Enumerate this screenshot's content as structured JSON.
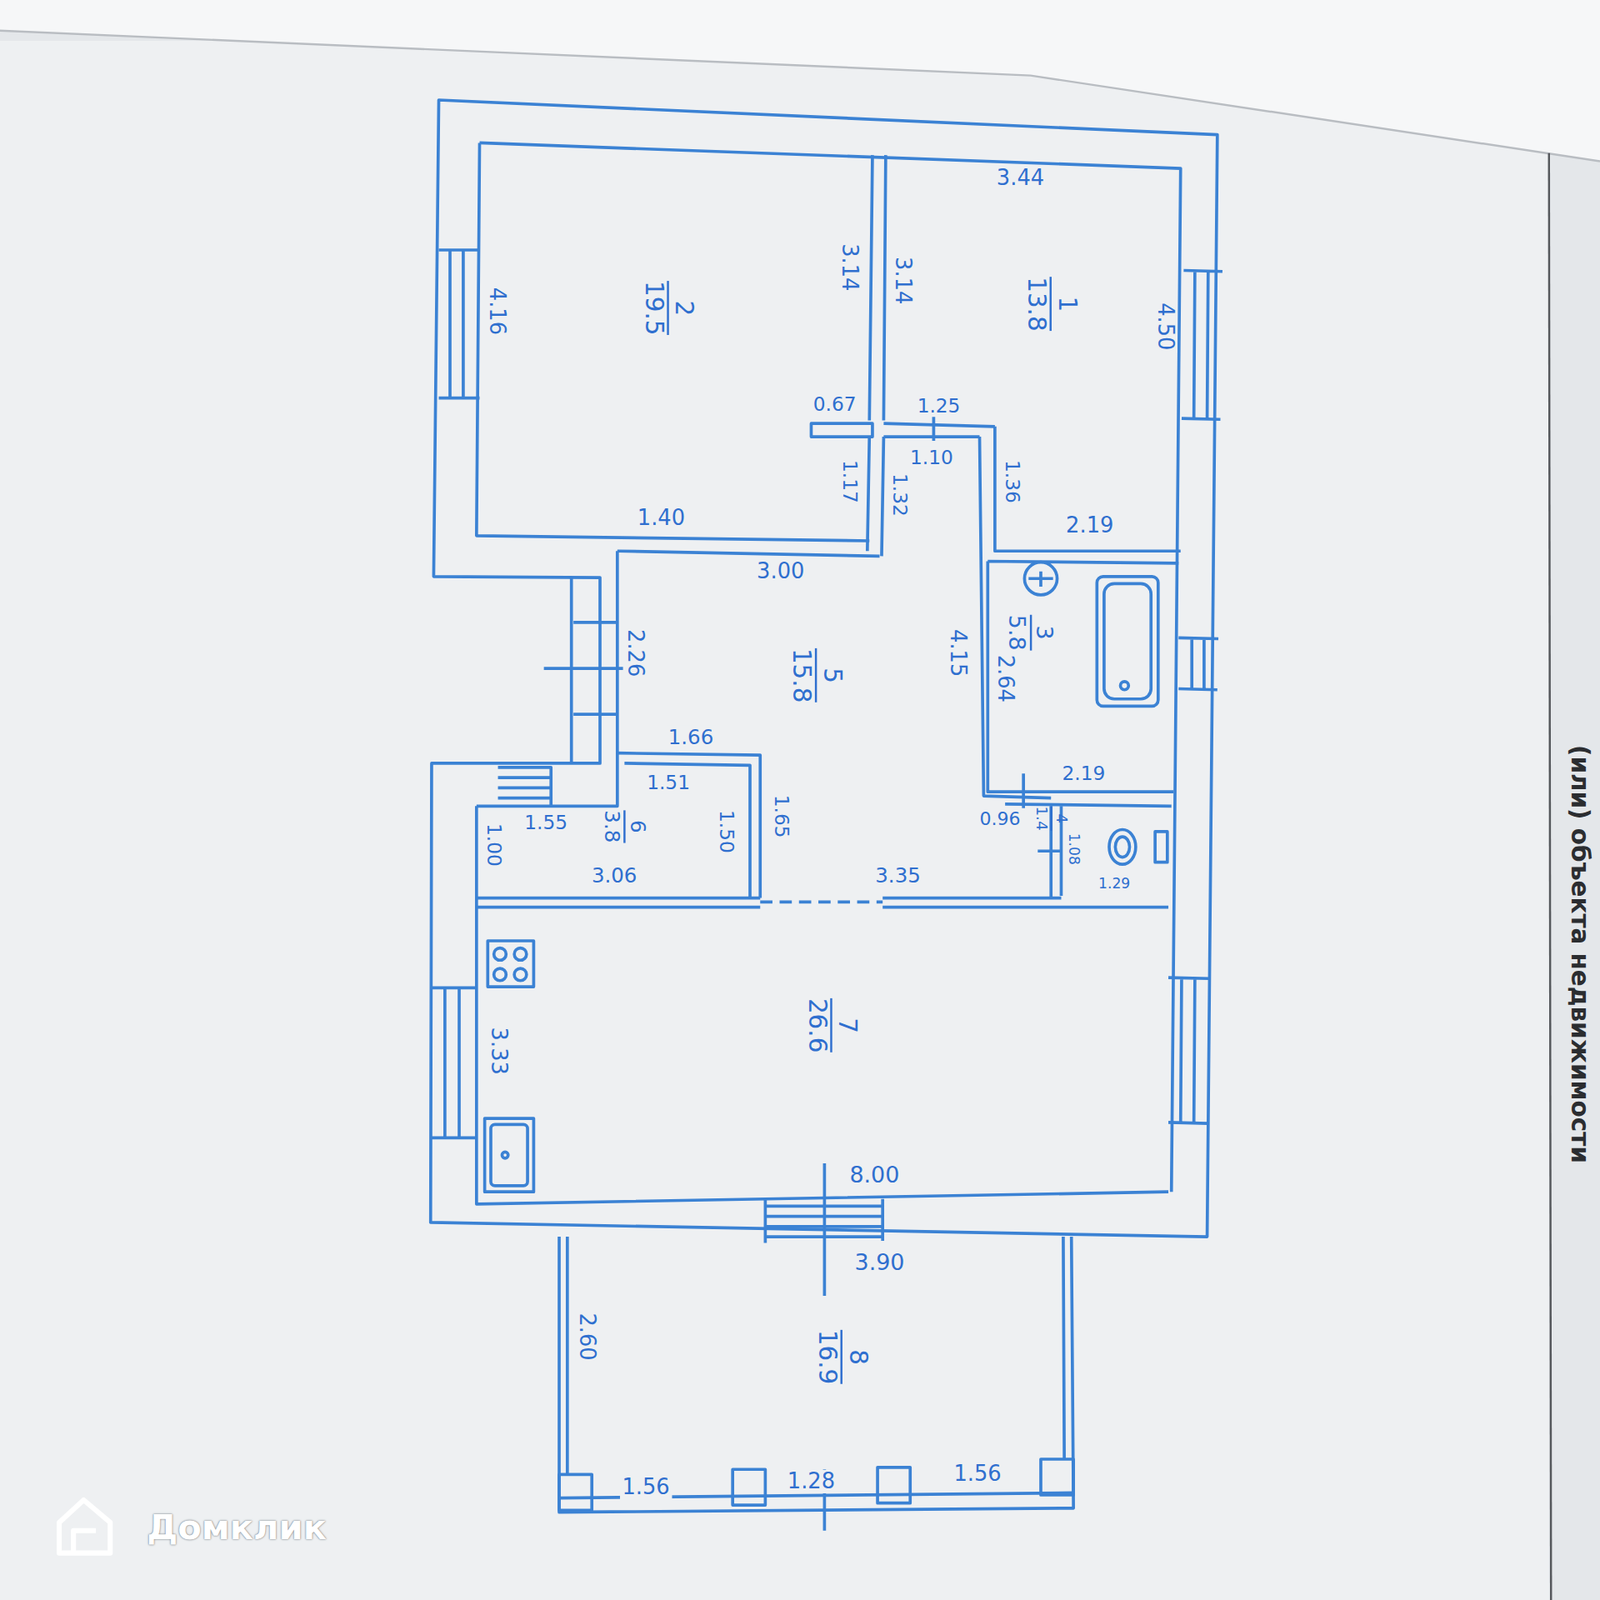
{
  "diagram": {
    "nodes": [
      {
        "text": [
          "1",
          "13.8"
        ]
      },
      {
        "text": [
          "2",
          "19.5"
        ]
      },
      {
        "text": [
          "3",
          "5.8"
        ]
      },
      {
        "text": [
          "4",
          "1.4"
        ]
      },
      {
        "text": [
          "5",
          "15.8"
        ]
      },
      {
        "text": [
          "6",
          "3.8"
        ]
      },
      {
        "text": [
          "7",
          "26.6"
        ]
      },
      {
        "text": [
          "8",
          "16.9"
        ]
      }
    ],
    "labels": [
      "3.44",
      "4.50",
      "3.14",
      "3.14",
      "1.25",
      "0.67",
      "1.10",
      "1.36",
      "2.19",
      "4.16",
      "1.17",
      "1.32",
      "1.40",
      "3.00",
      "2.26",
      "4.15",
      "2.64",
      "2.19",
      "0.96",
      "1.08",
      "1.29",
      "1.66",
      "1.51",
      "1.55",
      "1.00",
      "1.50",
      "1.65",
      "3.06",
      "3.35",
      "3.33",
      "8.00",
      "3.90",
      "2.60",
      "1.56",
      "1.28",
      "1.56",
      "Домклик",
      "(или) объекта недвижимости"
    ]
  }
}
